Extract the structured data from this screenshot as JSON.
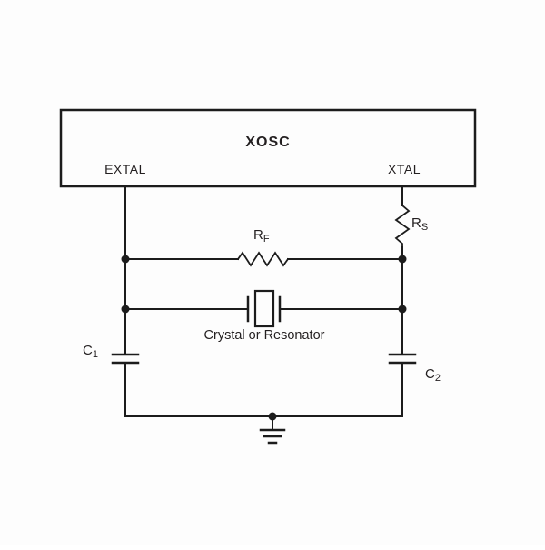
{
  "diagram": {
    "block": {
      "title": "XOSC",
      "pins": {
        "left": "EXTAL",
        "right": "XTAL"
      }
    },
    "components": {
      "feedback_resistor": {
        "base": "R",
        "sub": "F"
      },
      "series_resistor": {
        "base": "R",
        "sub": "S"
      },
      "left_capacitor": {
        "base": "C",
        "sub": "1"
      },
      "right_capacitor": {
        "base": "C",
        "sub": "2"
      },
      "crystal_caption": "Crystal or Resonator"
    },
    "colors": {
      "line": "#1c1c1c",
      "text": "#231f20",
      "background": "#fdfdfd"
    }
  }
}
